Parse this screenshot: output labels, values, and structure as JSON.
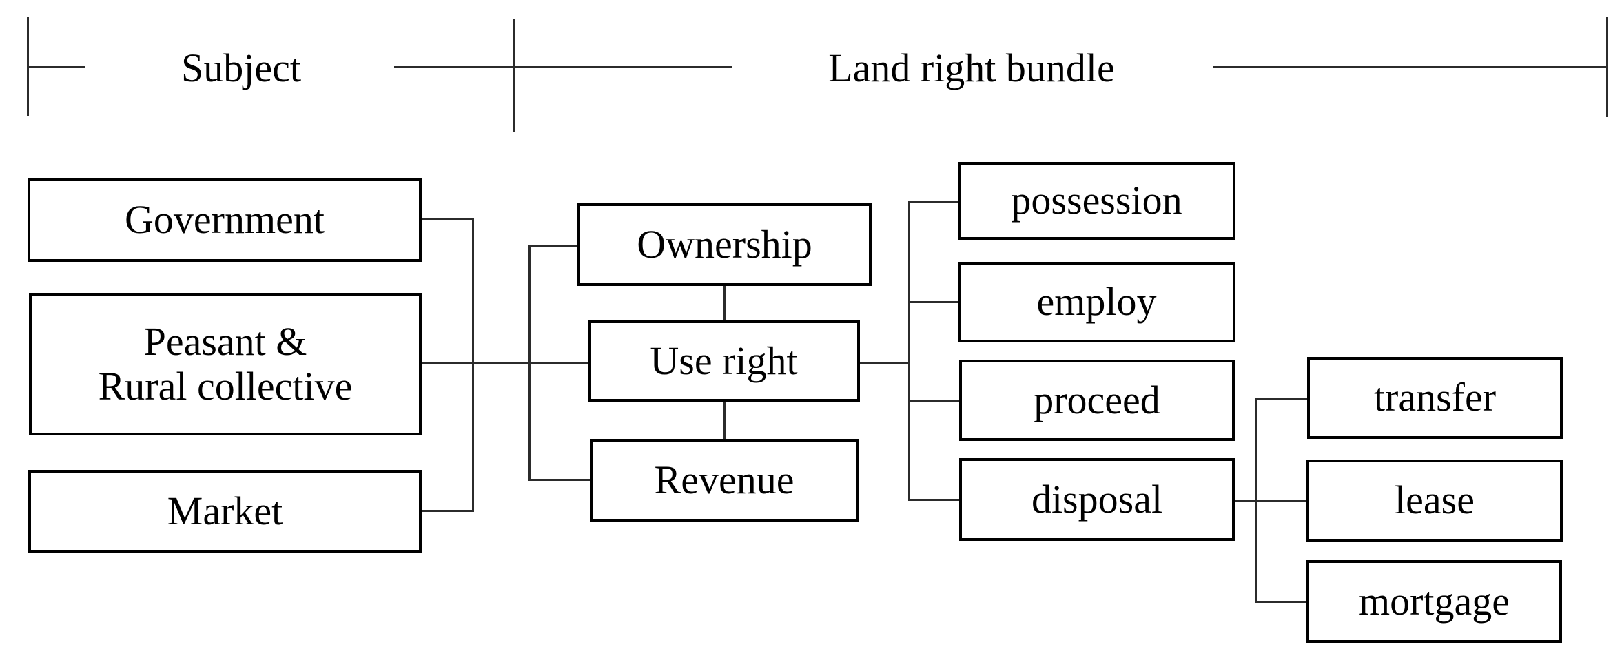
{
  "diagram": {
    "header": {
      "subject_label": "Subject",
      "bundle_label": "Land right bundle"
    },
    "subjects": {
      "government": "Government",
      "peasant_line1": "Peasant &",
      "peasant_line2": "Rural collective",
      "market": "Market"
    },
    "rights": {
      "ownership": "Ownership",
      "use_right": "Use right",
      "revenue": "Revenue"
    },
    "use_right_components": {
      "possession": "possession",
      "employ": "employ",
      "proceed": "proceed",
      "disposal": "disposal"
    },
    "disposal_components": {
      "transfer": "transfer",
      "lease": "lease",
      "mortgage": "mortgage"
    },
    "relationships": [
      "Government, Peasant & Rural collective and Market connect to Use right",
      "Use right links vertically to Ownership and Revenue",
      "Use right branches to possession, employ, proceed, disposal",
      "disposal branches to transfer, lease, mortgage"
    ],
    "colors": {
      "background": "#ffffff",
      "box_border": "#000000",
      "connector": "#2b2b2b",
      "text": "#000000"
    }
  }
}
